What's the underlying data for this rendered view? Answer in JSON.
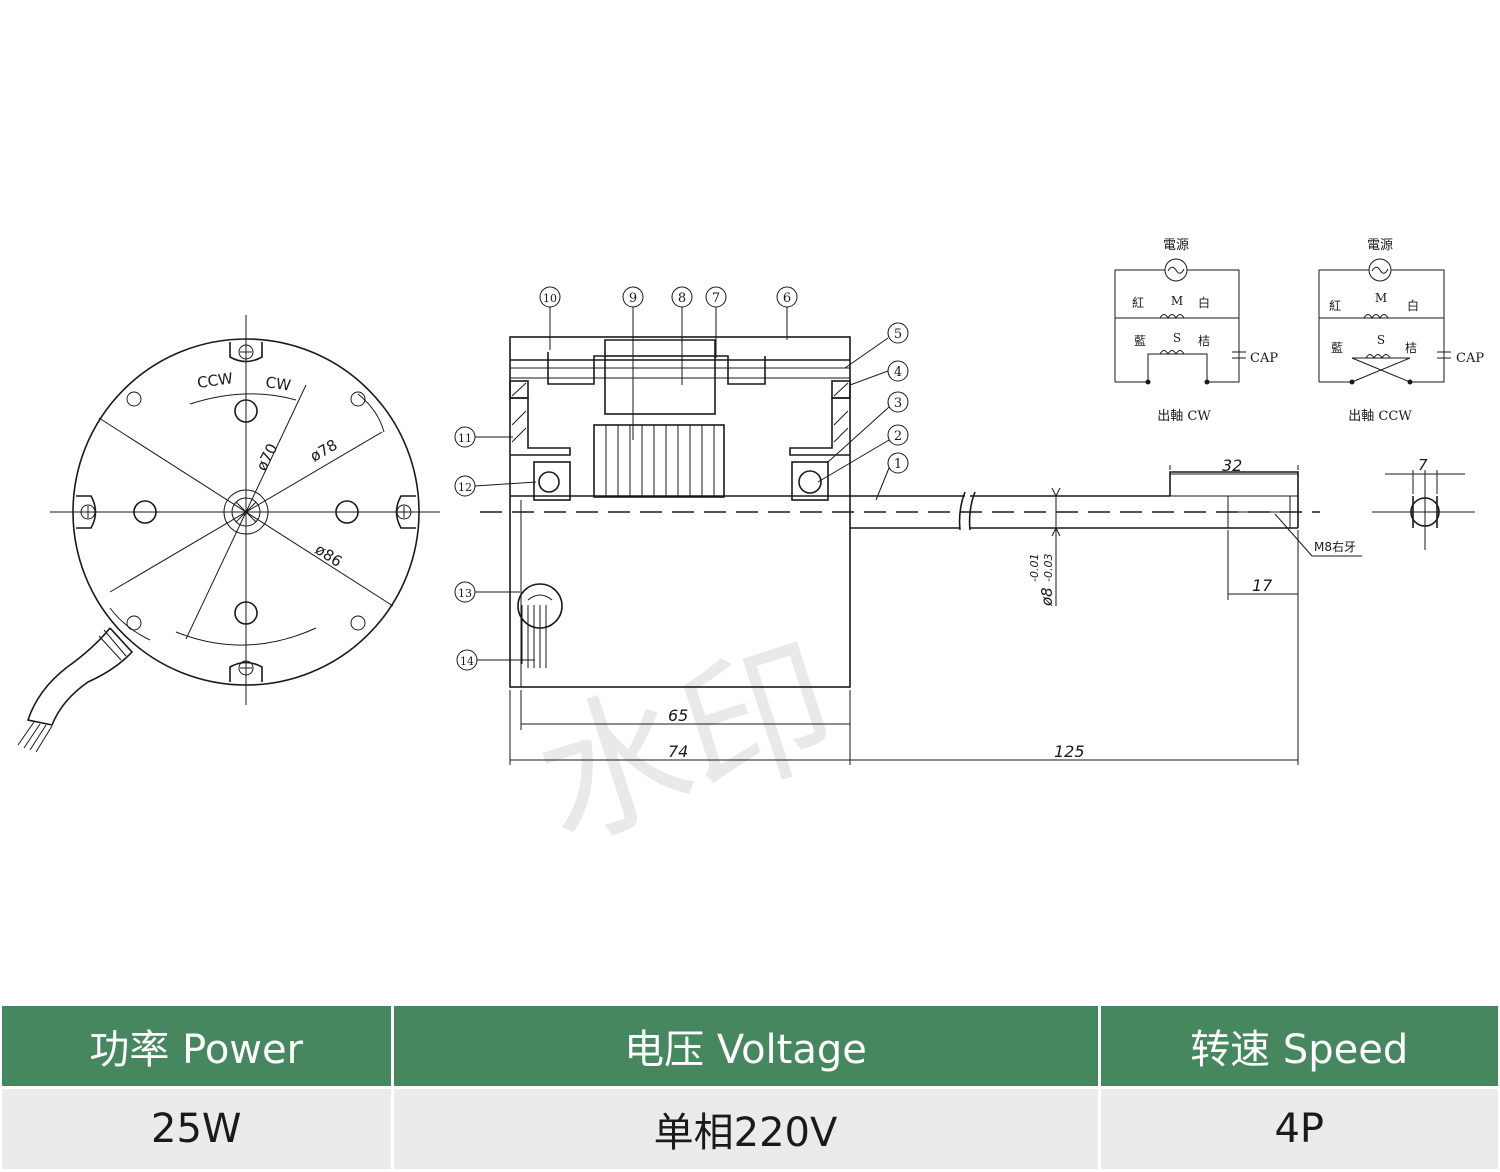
{
  "watermark": "水印",
  "front_view": {
    "dim_outer": "ø86",
    "dim_mid": "ø78",
    "dim_inner": "ø70",
    "rotation_ccw": "CCW",
    "rotation_cw": "CW"
  },
  "section_view": {
    "callouts": [
      "1",
      "2",
      "3",
      "4",
      "5",
      "6",
      "7",
      "8",
      "9",
      "10",
      "11",
      "12",
      "13",
      "14"
    ],
    "dim_body_inner": "65",
    "dim_body_length": "74",
    "dim_shaft_length": "125",
    "dim_shaft_flat": "32",
    "dim_shaft_end": "17",
    "dim_flat_width": "7",
    "shaft_diameter": "ø8",
    "shaft_tol_upper": "-0.01",
    "shaft_tol_lower": "-0.03",
    "thread_note": "M8右牙"
  },
  "wiring": [
    {
      "power": "電源",
      "motor": "M",
      "start": "S",
      "red": "紅",
      "white": "白",
      "blue": "藍",
      "orange": "桔",
      "cap": "CAP",
      "caption": "出軸 CW"
    },
    {
      "power": "電源",
      "motor": "M",
      "start": "S",
      "red": "紅",
      "white": "白",
      "blue": "藍",
      "orange": "桔",
      "cap": "CAP",
      "caption": "出軸 CCW"
    }
  ],
  "spec_table": {
    "headers": [
      "功率 Power",
      "电压 Voltage",
      "转速 Speed"
    ],
    "values": [
      "25W",
      "单相220V",
      "4P"
    ]
  },
  "colors": {
    "header_bg": "#46875f",
    "row_bg": "#ebebeb",
    "line": "#1a1a1a"
  }
}
